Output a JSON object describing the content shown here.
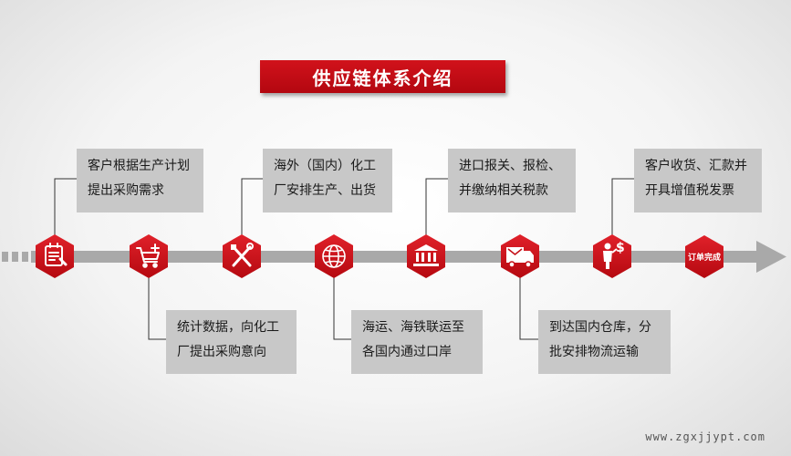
{
  "title": "供应链体系介绍",
  "end_label": "订单完成",
  "watermark": "www.zgxjjypt.com",
  "colors": {
    "accent": "#c40d15",
    "track": "#a9a9a9",
    "box": "#c8c8c8"
  },
  "steps": [
    {
      "icon": "order-form-icon",
      "lines": [
        "客户根据生产计划",
        "提出采购需求"
      ]
    },
    {
      "icon": "shopping-cart-icon",
      "lines": [
        "统计数据，向化工",
        "厂提出采购意向"
      ]
    },
    {
      "icon": "tools-icon",
      "lines": [
        "海外（国内）化工",
        "厂安排生产、出货"
      ]
    },
    {
      "icon": "globe-icon",
      "lines": [
        "海运、海铁联运至",
        "各国内通过口岸"
      ]
    },
    {
      "icon": "customs-building-icon",
      "lines": [
        "进口报关、报检、",
        "并缴纳相关税款"
      ]
    },
    {
      "icon": "delivery-truck-icon",
      "lines": [
        "到达国内仓库，分",
        "批安排物流运输"
      ]
    },
    {
      "icon": "payment-person-icon",
      "lines": [
        "客户收货、汇款并",
        "开具增值税发票"
      ]
    }
  ]
}
